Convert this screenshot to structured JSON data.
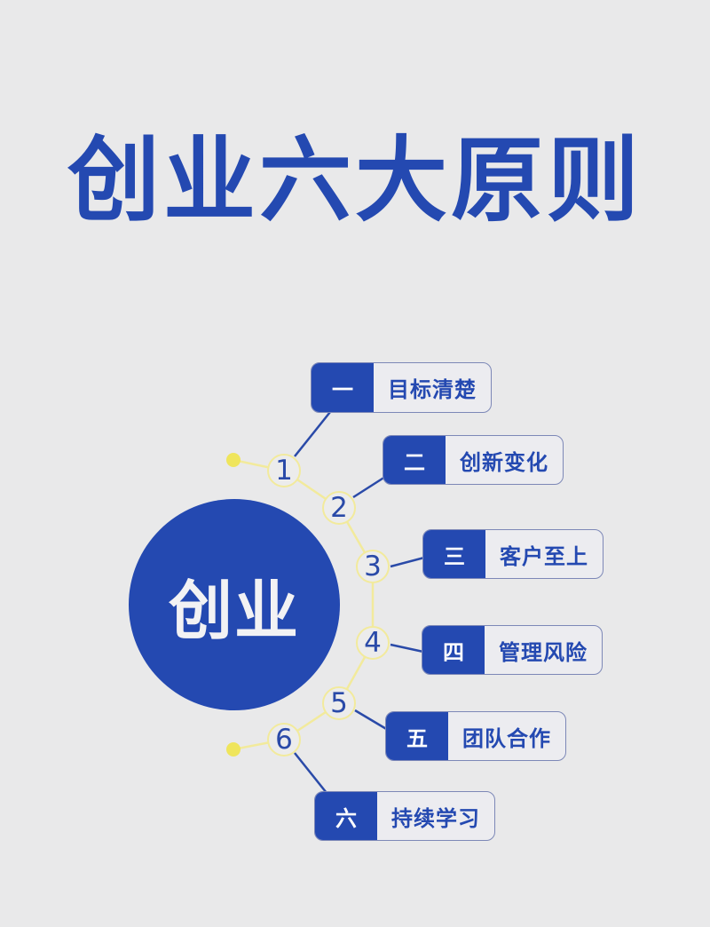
{
  "title": "创业六大原则",
  "hub": {
    "label": "创业"
  },
  "colors": {
    "primary_blue": "#2449b1",
    "background": "#e9e9ea",
    "accent_yellow": "#efe55c",
    "ring_yellow": "#f2ea9c"
  },
  "steps": [
    {
      "number": "1",
      "index": "一",
      "label": "目标清楚"
    },
    {
      "number": "2",
      "index": "二",
      "label": "创新变化"
    },
    {
      "number": "3",
      "index": "三",
      "label": "客户至上"
    },
    {
      "number": "4",
      "index": "四",
      "label": "管理风险"
    },
    {
      "number": "5",
      "index": "五",
      "label": "团队合作"
    },
    {
      "number": "6",
      "index": "六",
      "label": "持续学习"
    }
  ]
}
